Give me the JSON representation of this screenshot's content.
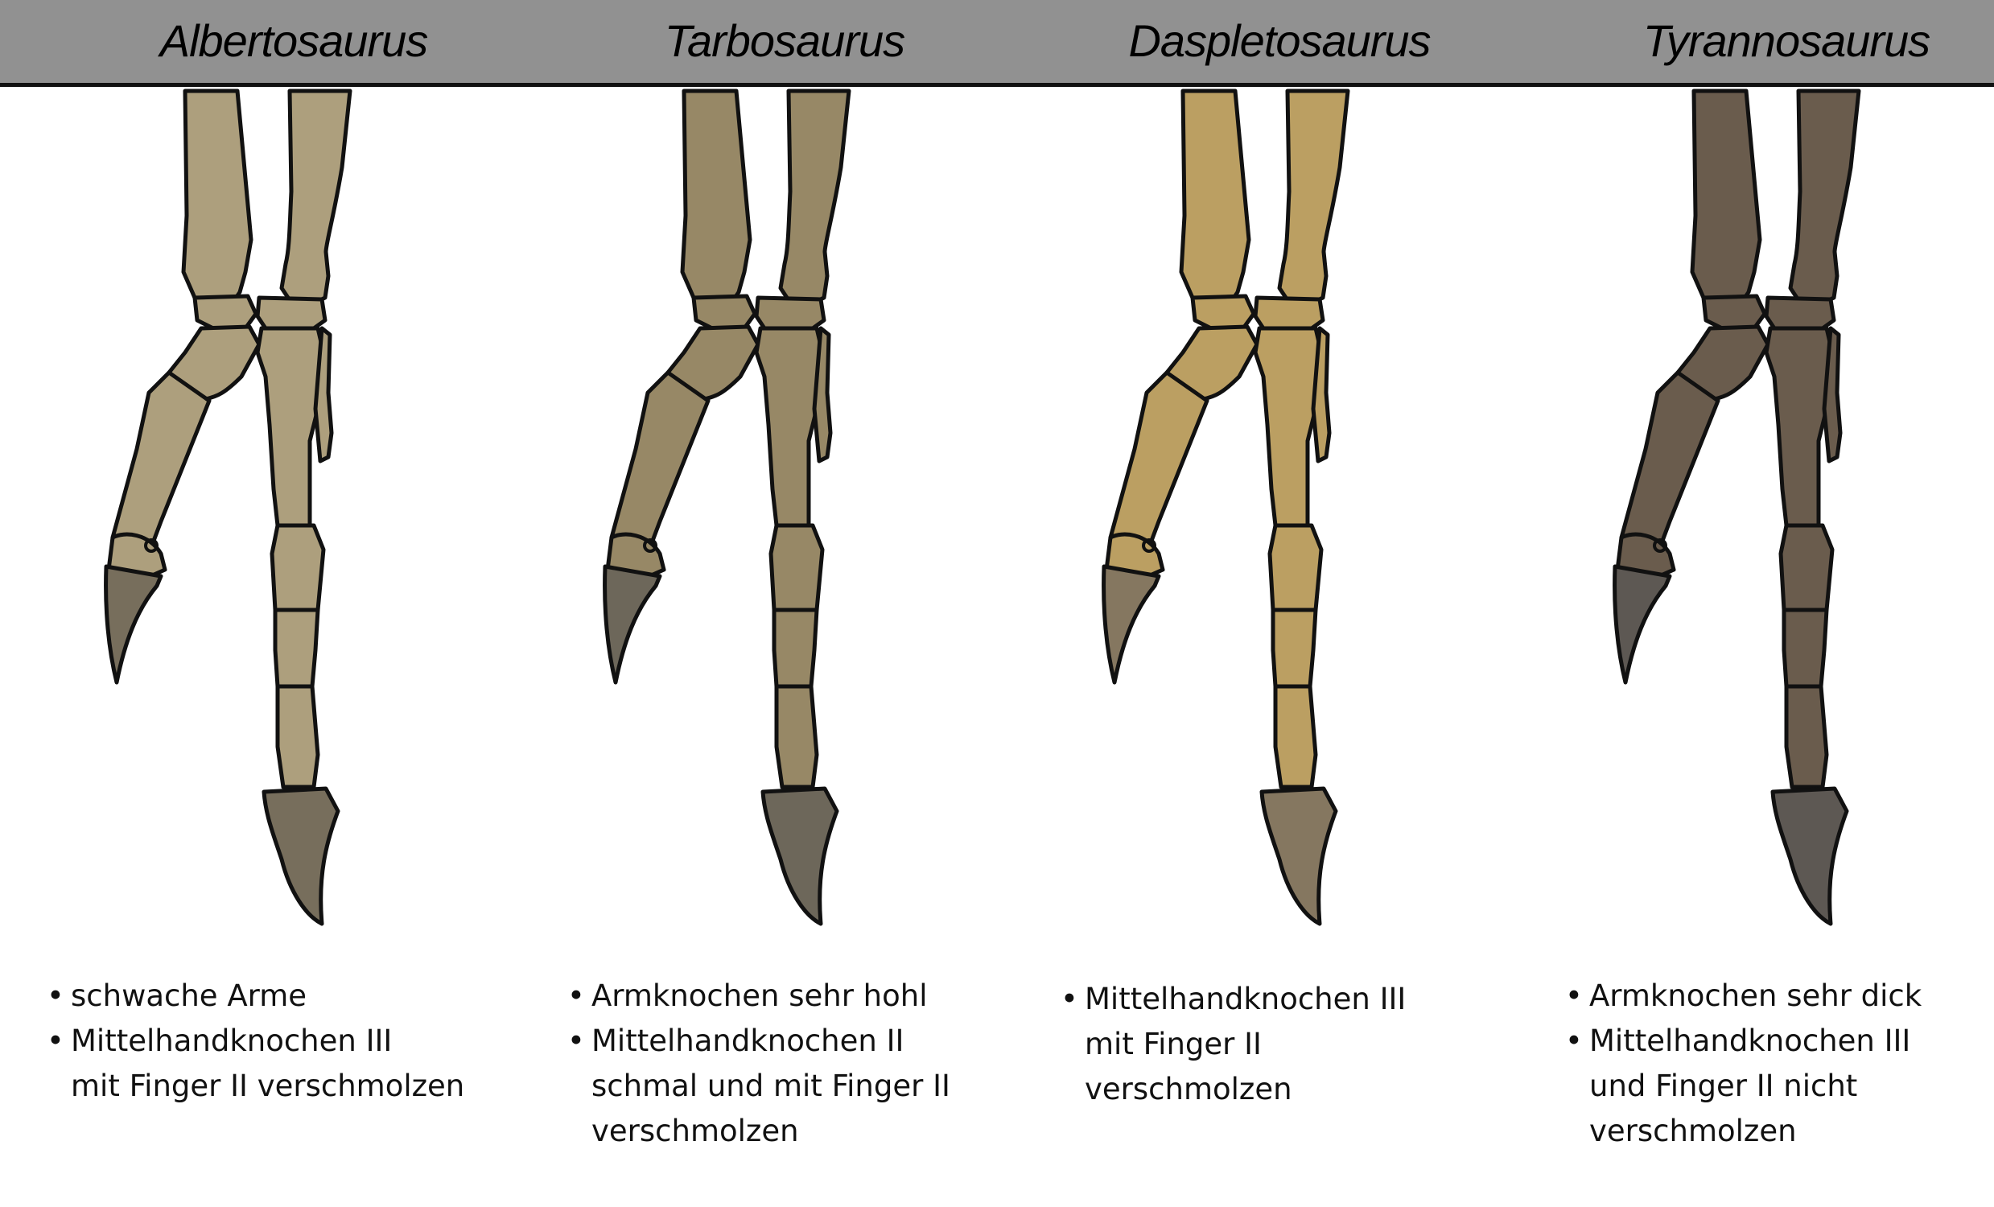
{
  "columns": [
    {
      "species": "Albertosaurus",
      "traits": [
        "schwache Arme",
        "Mittelhandknochen III\nmit Finger II verschmolzen"
      ],
      "colors": {
        "bone": "#ad9f7d",
        "claw": "#776e5c"
      }
    },
    {
      "species": "Tarbosaurus",
      "traits": [
        "Armknochen sehr hohl",
        "Mittelhandknochen II\nschmal und mit Finger II\nverschmolzen"
      ],
      "colors": {
        "bone": "#978866",
        "claw": "#6d675a"
      }
    },
    {
      "species": "Daspletosaurus",
      "traits": [
        "Mittelhandknochen III\nmit Finger II\nverschmolzen"
      ],
      "colors": {
        "bone": "#bb9f62",
        "claw": "#857760"
      }
    },
    {
      "species": "Tyrannosaurus",
      "traits": [
        "Armknochen sehr dick",
        "Mittelhandknochen III\nund Finger II nicht\nverschmolzen"
      ],
      "colors": {
        "bone": "#6a5c4d",
        "claw": "#5d5853"
      }
    }
  ],
  "style": {
    "header_background": "#919191",
    "outline": "#111111"
  }
}
